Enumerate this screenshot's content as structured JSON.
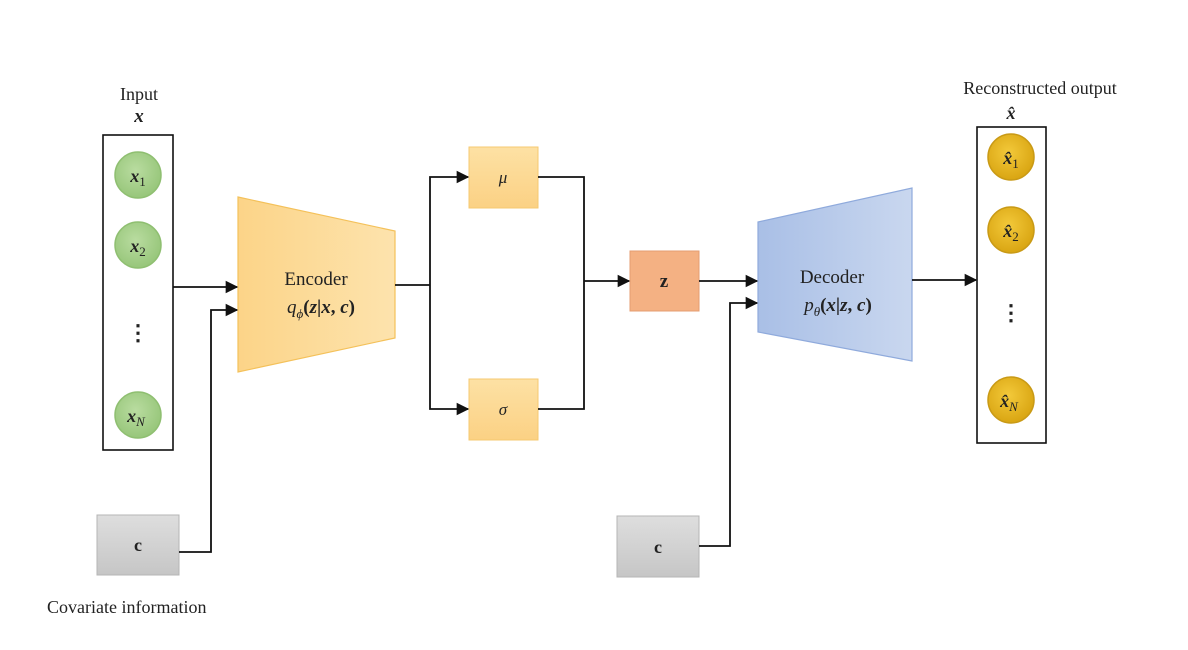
{
  "input": {
    "title": "Input",
    "vector": "x",
    "nodes": [
      {
        "base": "x",
        "sub": "1"
      },
      {
        "base": "x",
        "sub": "2"
      },
      {
        "base": "x",
        "sub": "N"
      }
    ],
    "ellipsis": "⋮",
    "node_color": "#a9d18e",
    "node_border": "#8fbf71"
  },
  "encoder": {
    "title": "Encoder",
    "q": "q",
    "phi": "ϕ",
    "open": "(",
    "z": "z",
    "bar": "|",
    "x": "x",
    "comma": ", ",
    "c": "c",
    "close": ")",
    "color": "#fbd690",
    "border": "#f7c35e"
  },
  "mu": {
    "label": "μ",
    "color": "#fbd690"
  },
  "sigma": {
    "label": "σ",
    "color": "#fbd690"
  },
  "latent": {
    "label": "z",
    "color": "#f4b183",
    "border": "#e59d70"
  },
  "decoder": {
    "title": "Decoder",
    "p": "p",
    "theta": "θ",
    "open": "(",
    "x": "x",
    "bar": "|",
    "z": "z",
    "comma": ", ",
    "c": "c",
    "close": ")",
    "color": "#b4c7e7",
    "border": "#8faadc"
  },
  "output": {
    "title": "Reconstructed output",
    "vector": "x̂",
    "nodes": [
      {
        "base": "x̂",
        "sub": "1"
      },
      {
        "base": "x̂",
        "sub": "2"
      },
      {
        "base": "x̂",
        "sub": "N"
      }
    ],
    "ellipsis": "⋮",
    "node_color": "#e6b422",
    "node_border": "#c99a16"
  },
  "covariate": {
    "label": "c",
    "caption": "Covariate information",
    "color": "#d0d0d0",
    "border": "#b5b5b5"
  }
}
